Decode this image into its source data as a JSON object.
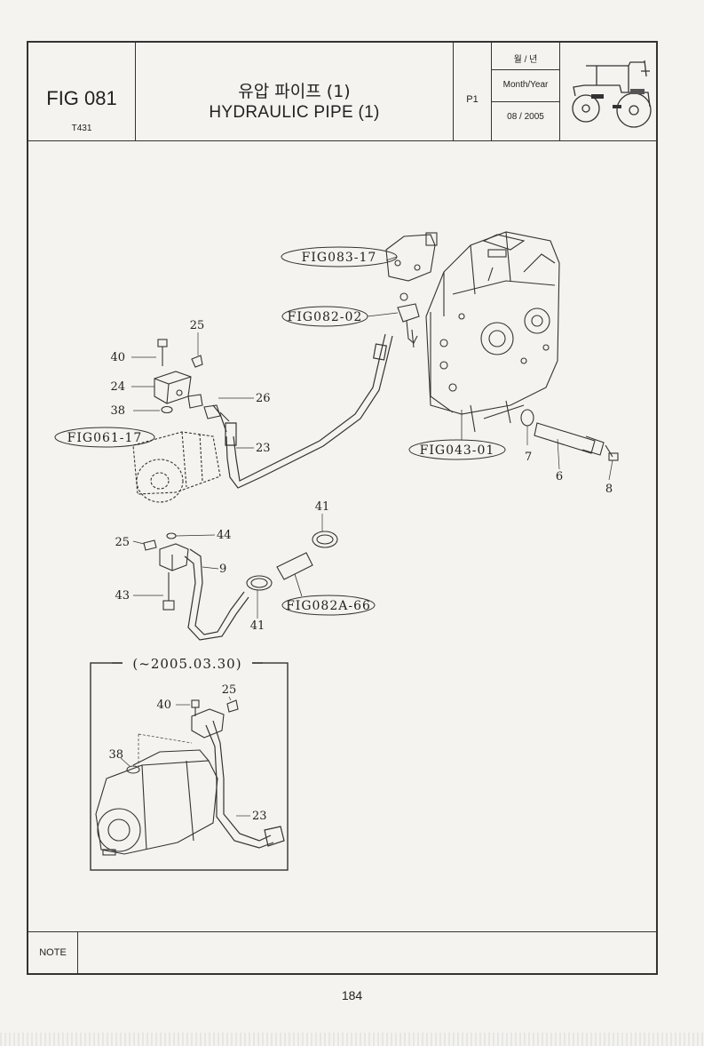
{
  "header": {
    "fig_no": "FIG 081",
    "model": "T431",
    "title_kor": "유압 파이프 (1)",
    "title_eng": "HYDRAULIC PIPE (1)",
    "page": "P1",
    "date_label_kor": "월 / 년",
    "date_label_eng": "Month/Year",
    "date_value": "08 / 2005"
  },
  "refs": {
    "fig083": "FIG083-17",
    "fig082": "FIG082-02",
    "fig061": "FIG061-17",
    "fig043": "FIG043-01",
    "fig082a": "FIG082A-66"
  },
  "callouts": {
    "c25a": "25",
    "c40a": "40",
    "c24": "24",
    "c38a": "38",
    "c26": "26",
    "c23a": "23",
    "c7": "7",
    "c6": "6",
    "c8": "8",
    "c41a": "41",
    "c25b": "25",
    "c44": "44",
    "c9": "9",
    "c43": "43",
    "c41b": "41",
    "c25c": "25",
    "c40b": "40",
    "c38b": "38",
    "c23b": "23"
  },
  "inset": {
    "label": "(~2005.03.30)"
  },
  "note": {
    "label": "NOTE"
  },
  "footer": {
    "page_number": "184"
  }
}
